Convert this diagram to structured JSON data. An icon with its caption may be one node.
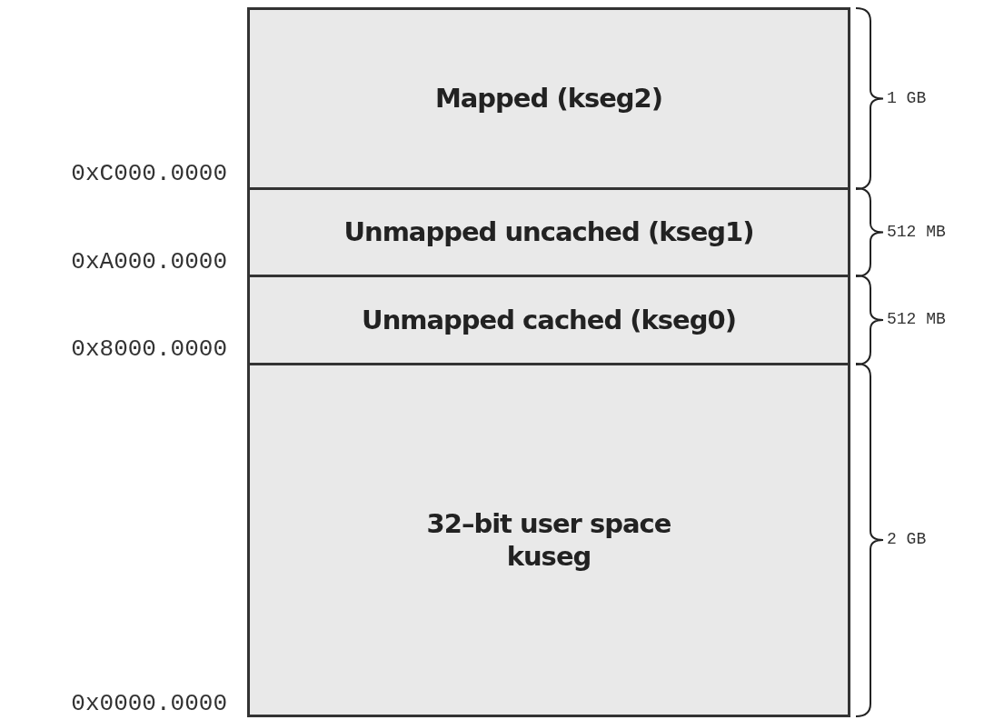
{
  "diagram": {
    "nodes": [
      {
        "text": [
          "Mapped (kseg2)"
        ],
        "beside": [
          "1 GB"
        ]
      },
      {
        "text": [
          "Unmapped uncached (kseg1)"
        ],
        "beside": [
          "512 MB"
        ]
      },
      {
        "text": [
          "Unmapped cached (kseg0)"
        ],
        "beside": [
          "512 MB"
        ]
      },
      {
        "text": [
          "32–bit user space kuseg"
        ],
        "beside": [
          "2 GB"
        ]
      }
    ],
    "edges": [],
    "labels": [
      "0xC000.0000",
      "0xA000.0000",
      "0x8000.0000",
      "0x0000.0000"
    ]
  }
}
